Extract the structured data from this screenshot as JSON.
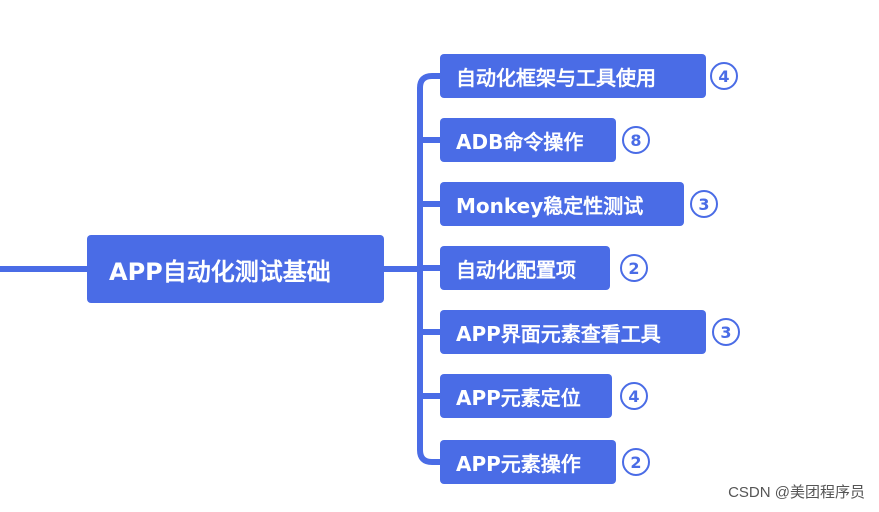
{
  "root": {
    "label": "APP自动化测试基础"
  },
  "children": [
    {
      "label": "自动化框架与工具使用",
      "count": "4"
    },
    {
      "label": "ADB命令操作",
      "count": "8"
    },
    {
      "label": "Monkey稳定性测试",
      "count": "3"
    },
    {
      "label": "自动化配置项",
      "count": "2"
    },
    {
      "label": "APP界面元素查看工具",
      "count": "3"
    },
    {
      "label": "APP元素定位",
      "count": "4"
    },
    {
      "label": "APP元素操作",
      "count": "2"
    }
  ],
  "watermark": "CSDN @美团程序员",
  "colors": {
    "node": "#4a6ce6",
    "connector": "#4a6ce6",
    "node_text": "#ffffff"
  }
}
